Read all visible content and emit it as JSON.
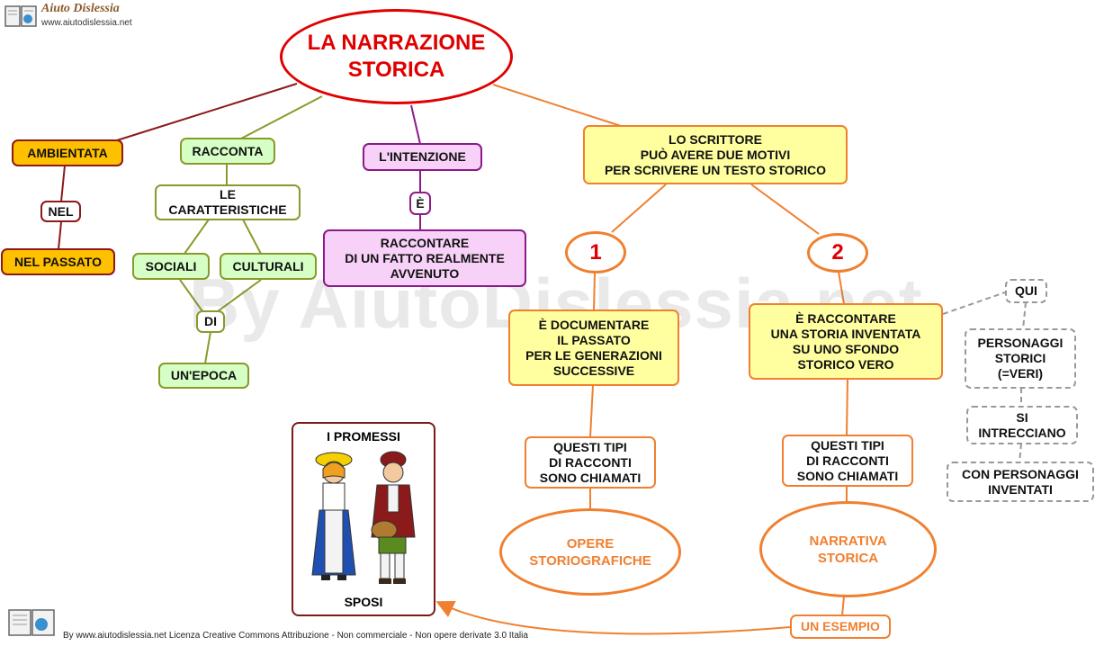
{
  "header": {
    "logo_title": "Aiuto Dislessia",
    "logo_url": "www.aiutodislessia.net"
  },
  "watermark": "By AiutoDislessia.net",
  "title": "LA NARRAZIONE\nSTORICA",
  "branch_ambientata": {
    "ambientata": "AMBIENTATA",
    "nel": "NEL",
    "nel_passato": "NEL PASSATO"
  },
  "branch_racconta": {
    "racconta": "RACCONTA",
    "le_caratteristiche": "LE\nCARATTERISTICHE",
    "sociali": "SOCIALI",
    "culturali": "CULTURALI",
    "di": "DI",
    "un_epoca": "UN'EPOCA"
  },
  "branch_intenzione": {
    "intenzione": "L'INTENZIONE",
    "e": "È",
    "raccontare_fatto": "RACCONTARE\nDI UN FATTO REALMENTE\nAVVENUTO"
  },
  "branch_scrittore": {
    "scrittore": "LO SCRITTORE\nPUÒ AVERE DUE MOTIVI\nPER SCRIVERE UN TESTO STORICO",
    "num1": "1",
    "num2": "2",
    "documentare": "È DOCUMENTARE\nIL PASSATO\nPER LE GENERAZIONI\nSUCCESSIVE",
    "raccontare_storia": "È RACCONTARE\nUNA STORIA INVENTATA\nSU UNO SFONDO\nSTORICO VERO",
    "questi_tipi_1": "QUESTI  TIPI\nDI RACCONTI\nSONO CHIAMATI",
    "questi_tipi_2": "QUESTI  TIPI\nDI RACCONTI\nSONO CHIAMATI",
    "opere": "OPERE\nSTORIOGRAFICHE",
    "narrativa": "NARRATIVA\nSTORICA",
    "un_esempio": "UN ESEMPIO"
  },
  "side_notes": {
    "qui": "QUI",
    "personaggi_storici": "PERSONAGGI\nSTORICI\n(=VERI)",
    "si_intrecciano": "SI\nINTRECCIANO",
    "con_personaggi": "CON PERSONAGGI\nINVENTATI"
  },
  "example_card": {
    "top": "I PROMESSI",
    "bottom": "SPOSI"
  },
  "footer": "By www.aiutodislessia.net Licenza Creative Commons Attribuzione - Non commerciale - Non opere derivate 3.0 Italia",
  "colors": {
    "title_red": "#e00000",
    "orange": "#f08030",
    "maroon": "#8b1a1a",
    "olive": "#8a9a2a",
    "purple": "#8b1a8b",
    "gray_dashed": "#999999"
  }
}
